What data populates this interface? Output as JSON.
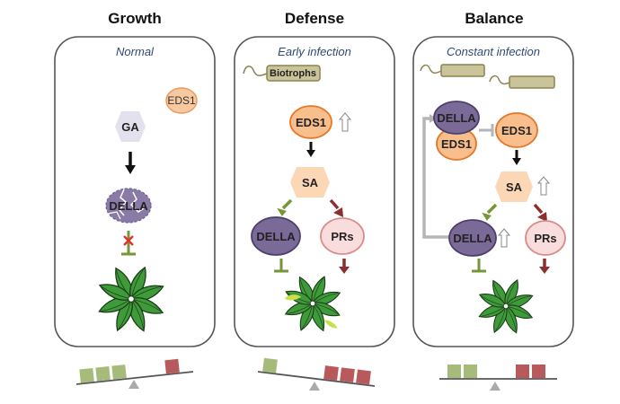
{
  "panels": [
    {
      "title": "Growth",
      "subtitle": "Normal",
      "nodes": {
        "eds1": "EDS1",
        "hormone": "GA",
        "della": "DELLA"
      },
      "balance": {
        "growth_blocks": 3,
        "defense_blocks": 1,
        "tilt": "left-down"
      }
    },
    {
      "title": "Defense",
      "subtitle": "Early infection",
      "pathogen_label": "Biotrophs",
      "nodes": {
        "eds1": "EDS1",
        "hormone": "SA",
        "della": "DELLA",
        "prs": "PRs"
      },
      "balance": {
        "growth_blocks": 1,
        "defense_blocks": 3,
        "tilt": "right-down"
      }
    },
    {
      "title": "Balance",
      "subtitle": "Constant infection",
      "nodes": {
        "complex_della": "DELLA",
        "complex_eds1": "EDS1",
        "eds1": "EDS1",
        "hormone": "SA",
        "della": "DELLA",
        "prs": "PRs"
      },
      "balance": {
        "growth_blocks": 2,
        "defense_blocks": 2,
        "tilt": "level"
      }
    }
  ],
  "colors": {
    "ga_fill": "#e4e1ef",
    "della_fill": "#7a6a98",
    "della_stroke": "#4d3f6b",
    "eds1_fill": "#f8bf8d",
    "eds1_stroke": "#e5782a",
    "sa_fill": "#fbd7b6",
    "prs_fill": "#f9dcdc",
    "prs_stroke": "#d98c8c",
    "green_arrow": "#77963a",
    "red_arrow": "#8b2f2f",
    "growth_block": "#a6bb79",
    "defense_block": "#b85a5c",
    "pathogen_fill": "#c9c49a",
    "pathogen_stroke": "#8b8350",
    "feedback_gray": "#b5b5b5"
  }
}
